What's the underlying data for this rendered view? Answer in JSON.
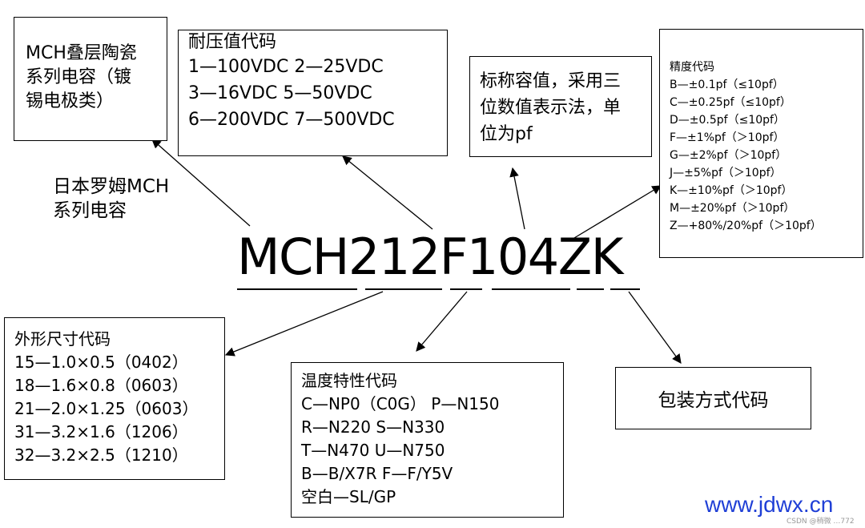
{
  "series_box": {
    "lines": [
      "MCH叠层陶瓷",
      "系列电容（镀",
      "锡电极类）"
    ]
  },
  "voltage_box": {
    "title": "耐压值代码",
    "lines": [
      "1—100VDC  2—25VDC",
      "3—16VDC  5—50VDC",
      "6—200VDC  7—500VDC"
    ]
  },
  "capacitance_box": {
    "lines": [
      "标称容值，采用三",
      "位数值表示法，单",
      "位为pf"
    ]
  },
  "tolerance_box": {
    "title": "精度代码",
    "lines": [
      "B—±0.1pf（≤10pf）",
      "C—±0.25pf（≤10pf）",
      "D—±0.5pf（≤10pf）",
      "F—±1%pf（＞10pf）",
      "G—±2%pf（＞10pf）",
      "J—±5%pf（＞10pf）",
      "K—±10%pf（＞10pf）",
      "M—±20%pf（＞10pf）",
      "Z—+80%/20%pf（＞10pf）"
    ]
  },
  "rohm_label": {
    "lines": [
      "日本罗姆MCH",
      "系列电容"
    ]
  },
  "part_number": "MCH212F104ZK",
  "size_box": {
    "title": "外形尺寸代码",
    "lines": [
      "15—1.0×0.5（0402）",
      "18—1.6×0.8（0603）",
      "21—2.0×1.25（0603）",
      "31—3.2×1.6（1206）",
      "32—3.2×2.5（1210）"
    ]
  },
  "temp_box": {
    "title": "温度特性代码",
    "lines": [
      "C—NP0（C0G）  P—N150",
      "R—N220  S—N330",
      "T—N470  U—N750",
      "B—B/X7R  F—F/Y5V",
      "空白—SL/GP"
    ]
  },
  "packaging_box": {
    "label": "包装方式代码"
  },
  "watermark": "www.jdwx.cn",
  "credit": "CSDN @稍微 …772",
  "colors": {
    "watermark": "#1f3fd6",
    "line": "#000000",
    "background": "#ffffff"
  }
}
